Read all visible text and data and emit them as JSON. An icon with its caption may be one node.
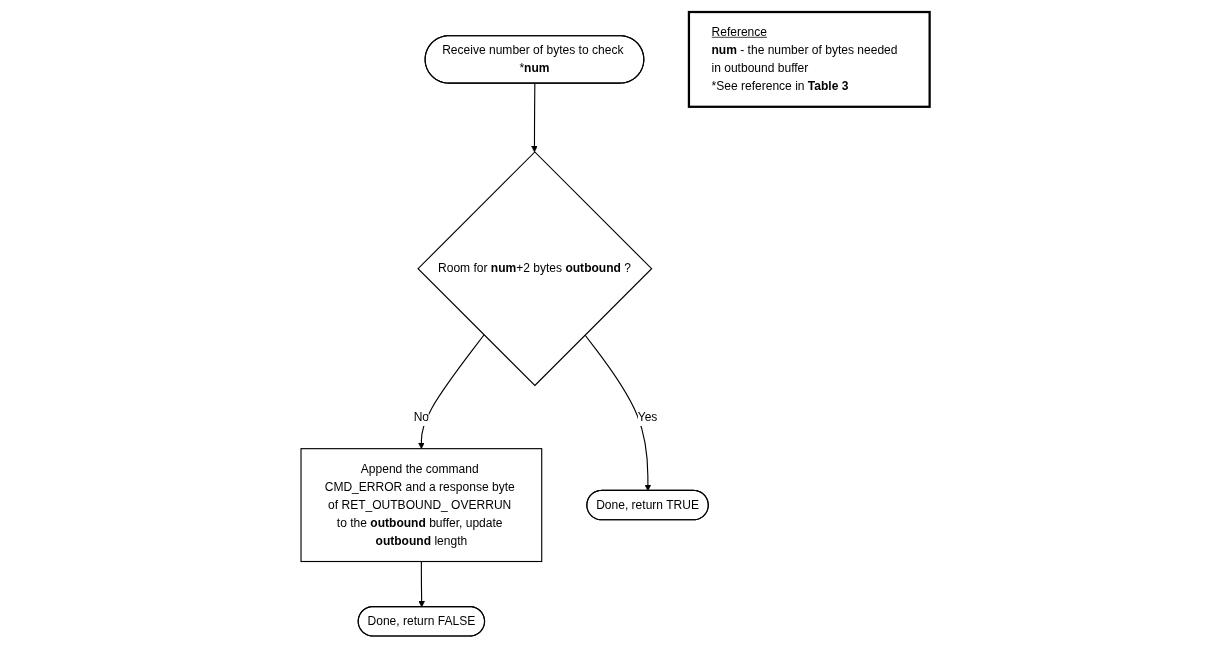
{
  "diagram": {
    "nodes": [
      {
        "text": [
          "Receive number of bytes to check ***num**"
        ]
      },
      {
        "text": [
          "Room for **num**+2 bytes **outbound** ?"
        ]
      },
      {
        "text": [
          "Append the command CMD_ERROR and a response byte of RET_OUTBOUND_ OVERRUN to the **outbound** buffer, update **outbound** length"
        ]
      },
      {
        "text": [
          "Done, return TRUE"
        ]
      },
      {
        "text": [
          "Done, return FALSE"
        ]
      },
      {
        "text": [
          "Reference",
          "**num** - the number of bytes needed in outbound buffer",
          "*See reference in **Table 3**"
        ]
      }
    ],
    "edges": [
      {
        "from": 0,
        "to": 1,
        "arrow": "to"
      },
      {
        "from": 1,
        "to": 2,
        "arrow": "to",
        "label": "No"
      },
      {
        "from": 1,
        "to": 3,
        "arrow": "to",
        "label": "Yes"
      },
      {
        "from": 2,
        "to": 4,
        "arrow": "to"
      }
    ]
  }
}
